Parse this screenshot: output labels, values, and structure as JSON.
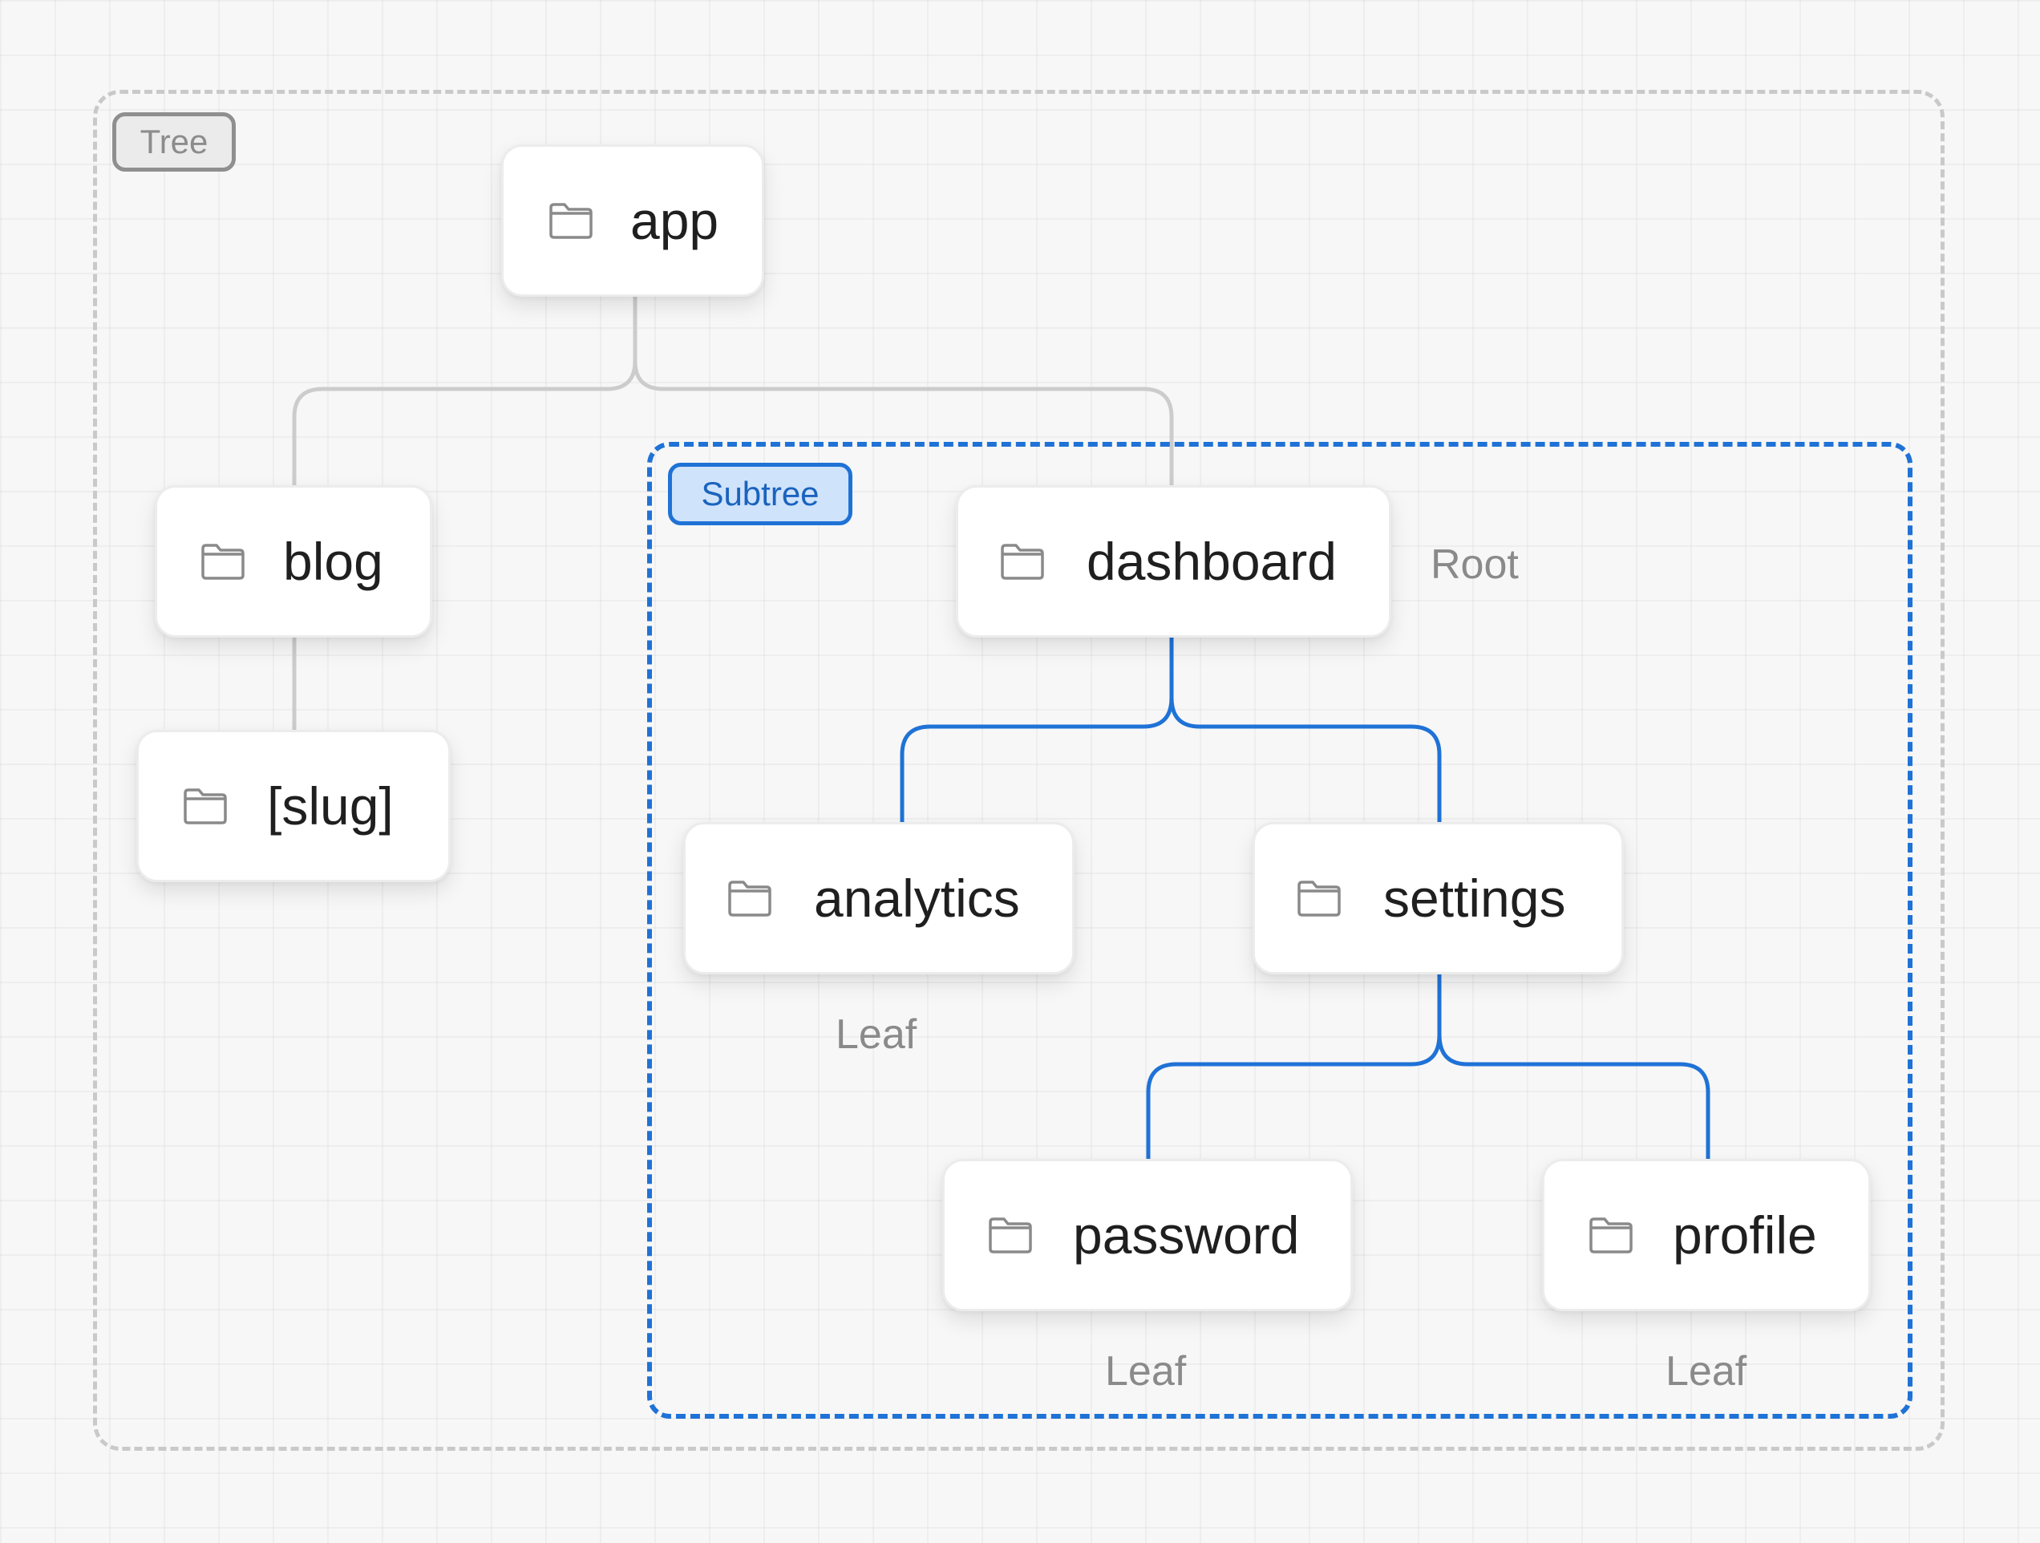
{
  "frames": {
    "tree_label": "Tree",
    "subtree_label": "Subtree"
  },
  "nodes": [
    {
      "id": "app",
      "label": "app",
      "icon": "folder-icon"
    },
    {
      "id": "blog",
      "label": "blog",
      "icon": "folder-icon"
    },
    {
      "id": "slug",
      "label": "[slug]",
      "icon": "folder-icon"
    },
    {
      "id": "dashboard",
      "label": "dashboard",
      "icon": "folder-icon"
    },
    {
      "id": "analytics",
      "label": "analytics",
      "icon": "folder-icon"
    },
    {
      "id": "settings",
      "label": "settings",
      "icon": "folder-icon"
    },
    {
      "id": "password",
      "label": "password",
      "icon": "folder-icon"
    },
    {
      "id": "profile",
      "label": "profile",
      "icon": "folder-icon"
    }
  ],
  "edges": [
    {
      "from": "app",
      "to": "blog",
      "highlighted": false
    },
    {
      "from": "app",
      "to": "dashboard",
      "highlighted": false
    },
    {
      "from": "blog",
      "to": "slug",
      "highlighted": false
    },
    {
      "from": "dashboard",
      "to": "analytics",
      "highlighted": true
    },
    {
      "from": "dashboard",
      "to": "settings",
      "highlighted": true
    },
    {
      "from": "settings",
      "to": "password",
      "highlighted": true
    },
    {
      "from": "settings",
      "to": "profile",
      "highlighted": true
    }
  ],
  "annotations": {
    "dashboard": "Root",
    "analytics": "Leaf",
    "password": "Leaf",
    "profile": "Leaf"
  },
  "colors": {
    "tree_connector": "#cccccc",
    "subtree_connector": "#1f72d6",
    "tree_frame": "#c9c9c9",
    "subtree_frame": "#1f72d6",
    "subtree_badge_bg": "#cfe3fb",
    "icon_stroke": "#8a8a8a"
  }
}
